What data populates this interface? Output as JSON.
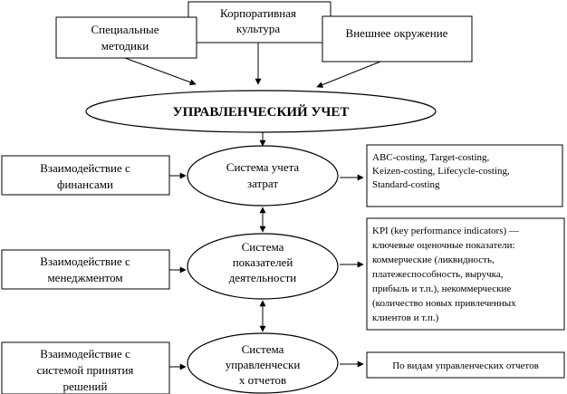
{
  "top": {
    "culture": {
      "lines": [
        "Корпоративная",
        "культура"
      ]
    },
    "methods": {
      "lines": [
        "Специальные",
        "методики"
      ]
    },
    "environment": {
      "lines": [
        "Внешнее окружение"
      ]
    }
  },
  "main": {
    "title": "УПРАВЛЕНЧЕСКИЙ УЧЕТ"
  },
  "systems": [
    {
      "lines": [
        "Система учета",
        "затрат"
      ]
    },
    {
      "lines": [
        "Система",
        "показателей",
        "деятельности"
      ]
    },
    {
      "lines": [
        "Система",
        "управленчески",
        "х отчетов"
      ]
    }
  ],
  "interactions": [
    {
      "lines": [
        "Взаимодействие с",
        "финансами"
      ]
    },
    {
      "lines": [
        "Взаимодействие с",
        "менеджментом"
      ]
    },
    {
      "lines": [
        "Взаимодействие с",
        "системой принятия",
        "решений"
      ]
    }
  ],
  "details": [
    {
      "lines": [
        "ABC-costing, Target-costing,",
        "Keizen-costing, Lifecycle-costing,",
        "Standard-costing"
      ]
    },
    {
      "lines": [
        "KPI (key performance indicators) —",
        "ключевые оценочные показатели:",
        "коммерческие (ликвидность,",
        "платежеспособность, выручка,",
        "прибыль и т.п.), некоммерческие",
        "(количество новых привлеченных",
        "клиентов и т.п.)"
      ]
    },
    {
      "lines": [
        "По видам управленческих отчетов"
      ]
    }
  ]
}
